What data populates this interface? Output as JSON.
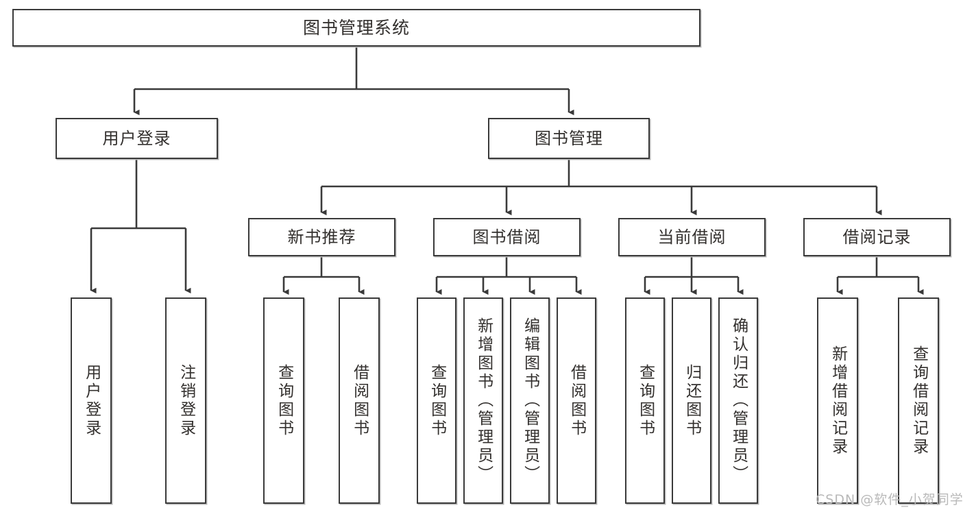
{
  "diagram": {
    "title": "图书管理系统",
    "type": "tree-hierarchy-chart",
    "root": {
      "label": "图书管理系统"
    },
    "level2": [
      {
        "label": "用户登录"
      },
      {
        "label": "图书管理"
      }
    ],
    "level3": [
      {
        "label": "新书推荐"
      },
      {
        "label": "图书借阅"
      },
      {
        "label": "当前借阅"
      },
      {
        "label": "借阅记录"
      }
    ],
    "leaves": {
      "user_login": [
        {
          "label": "用户登录"
        },
        {
          "label": "注销登录"
        }
      ],
      "new_book_recommend": [
        {
          "label": "查询图书"
        },
        {
          "label": "借阅图书"
        }
      ],
      "book_borrow": [
        {
          "label": "查询图书"
        },
        {
          "label": "新增图书（管理员）"
        },
        {
          "label": "编辑图书（管理员）"
        },
        {
          "label": "借阅图书"
        }
      ],
      "current_borrow": [
        {
          "label": "查询图书"
        },
        {
          "label": "归还图书"
        },
        {
          "label": "确认归还（管理员）"
        }
      ],
      "borrow_record": [
        {
          "label": "新增借阅记录"
        },
        {
          "label": "查询借阅记录"
        }
      ]
    }
  },
  "watermark": {
    "text": "CSDN @软件_小贺同学"
  },
  "colors": {
    "border": "#3a3a3a",
    "text": "#33302e",
    "background": "#ffffff",
    "shadow": "#b8b8b8",
    "watermark": "#b9b9b9"
  }
}
